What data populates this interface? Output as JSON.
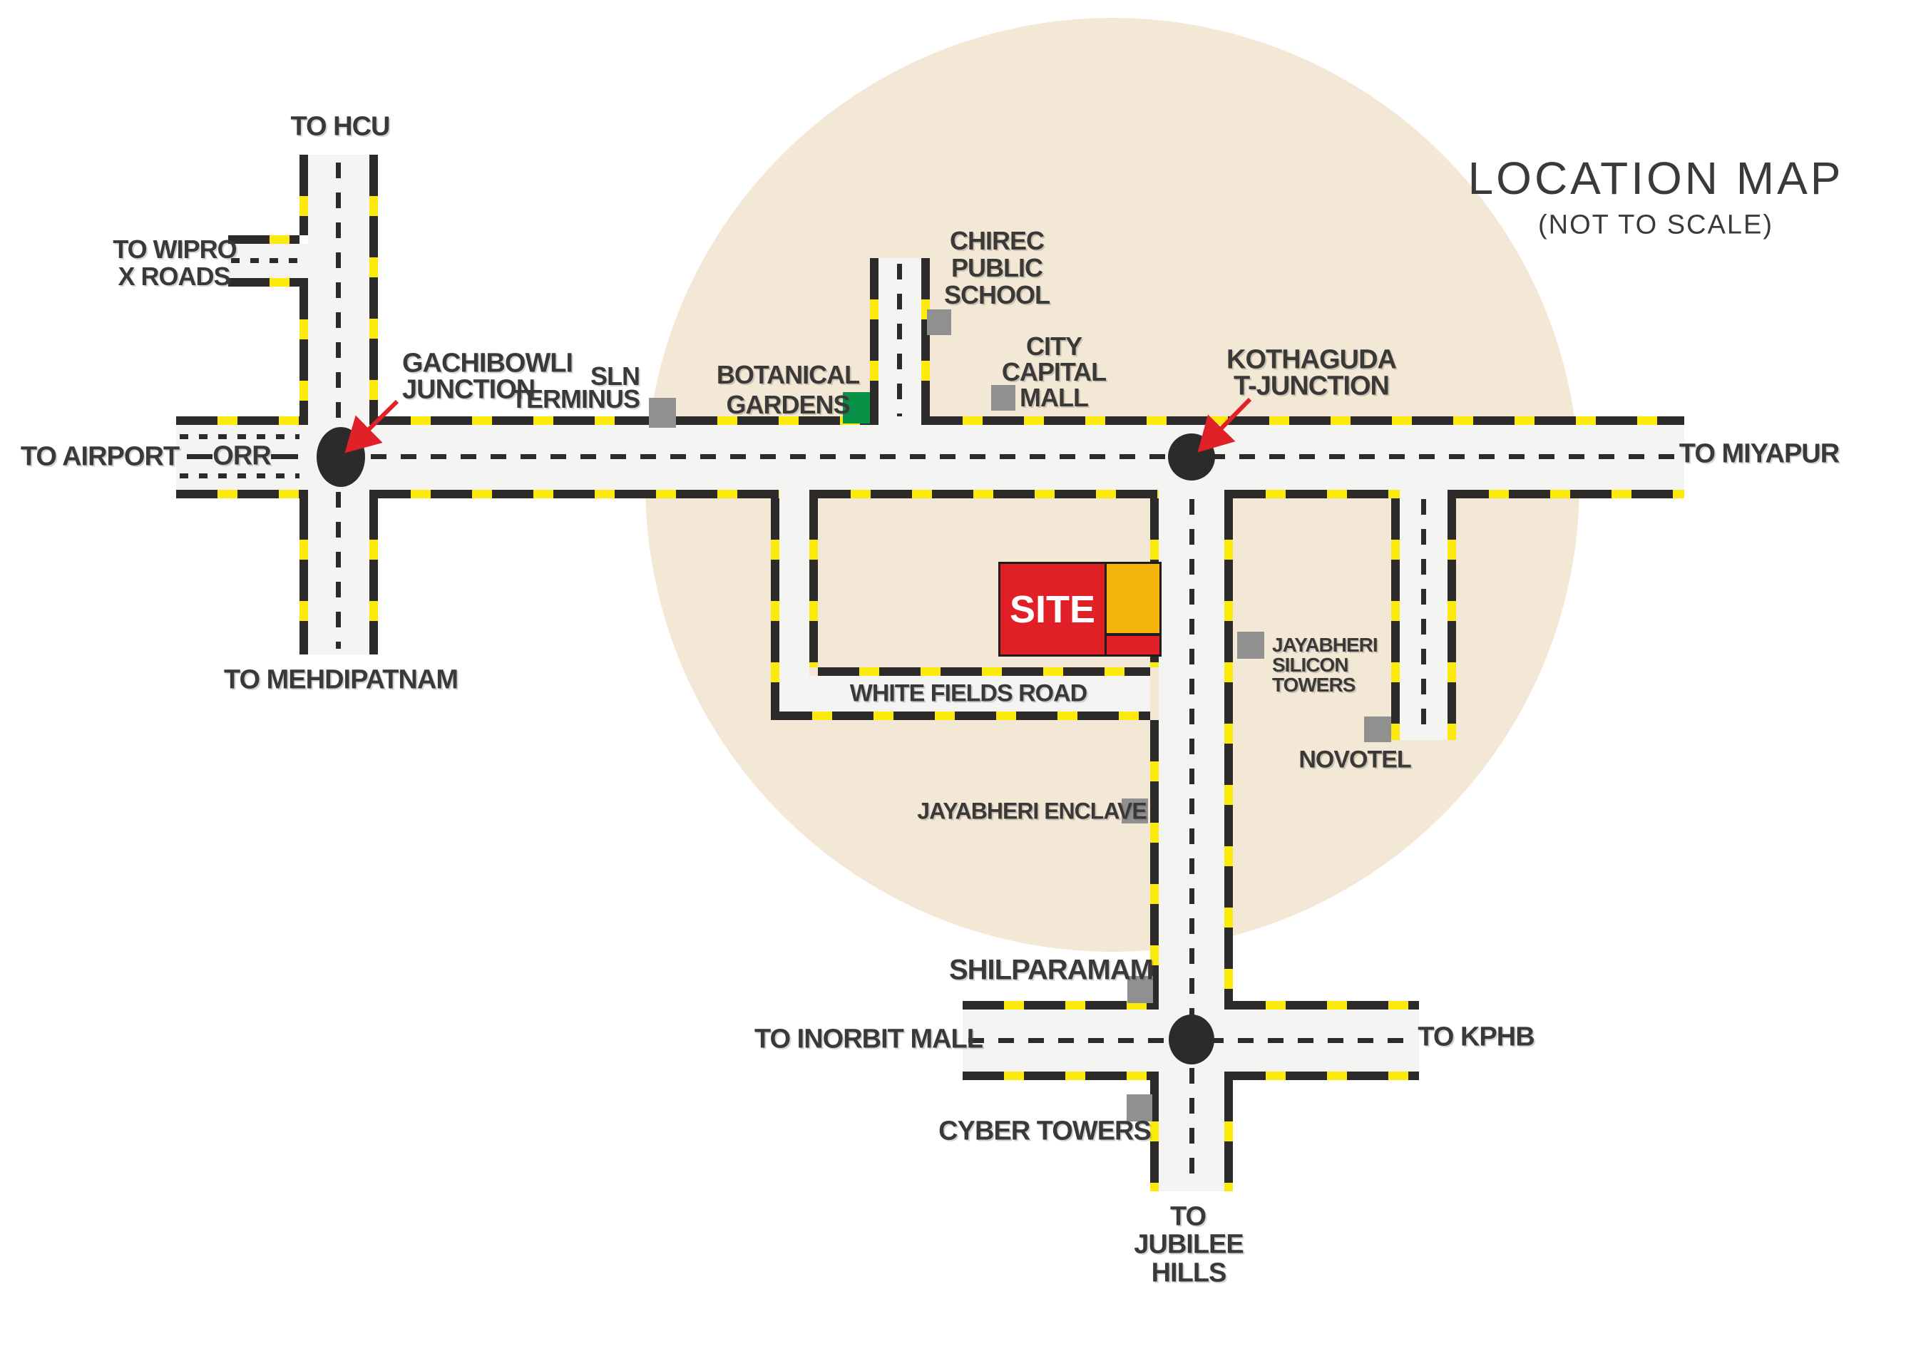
{
  "title": "LOCATION MAP",
  "subtitle": "(NOT TO SCALE)",
  "site_label": "SITE",
  "roads": {
    "orr": "ORR",
    "white_fields": "WHITE FIELDS ROAD"
  },
  "destinations": {
    "hcu": "TO HCU",
    "wipro_1": "TO WIPRO",
    "wipro_2": "X ROADS",
    "airport": "TO AIRPORT",
    "miyapur": "TO MIYAPUR",
    "mehdipatnam": "TO MEHDIPATNAM",
    "inorbit": "TO INORBIT MALL",
    "kphb": "TO KPHB",
    "jubilee_1": "TO",
    "jubilee_2": "JUBILEE",
    "jubilee_3": "HILLS"
  },
  "junctions": {
    "gachibowli_1": "GACHIBOWLI",
    "gachibowli_2": "JUNCTION",
    "kothaguda_1": "KOTHAGUDA",
    "kothaguda_2": "T-JUNCTION"
  },
  "landmarks": {
    "sln_1": "SLN",
    "sln_2": "TERMINUS",
    "botanical_1": "BOTANICAL",
    "botanical_2": "GARDENS",
    "chirec_1": "CHIREC",
    "chirec_2": "PUBLIC",
    "chirec_3": "SCHOOL",
    "citycapital_1": "CITY",
    "citycapital_2": "CAPITAL",
    "citycapital_3": "MALL",
    "jayabheri_silicon_1": "JAYABHERI",
    "jayabheri_silicon_2": "SILICON",
    "jayabheri_silicon_3": "TOWERS",
    "novotel": "NOVOTEL",
    "jayabheri_enclave": "JAYABHERI ENCLAVE",
    "shilparamam": "SHILPARAMAM",
    "cyber_towers": "CYBER TOWERS"
  },
  "colors": {
    "background": "#ffffff",
    "area_circle": "#f3e8d5",
    "road_fill": "#f4f4f3",
    "road_edge_black": "#2c2b29",
    "road_edge_yellow": "#fdea0d",
    "text": "#3a3937",
    "junction_dot": "#2c2b29",
    "site_red": "#e11f26",
    "site_yellow": "#f5b50a",
    "landmark_gray": "#909090",
    "garden_green": "#089247",
    "arrow_red": "#e02127"
  }
}
